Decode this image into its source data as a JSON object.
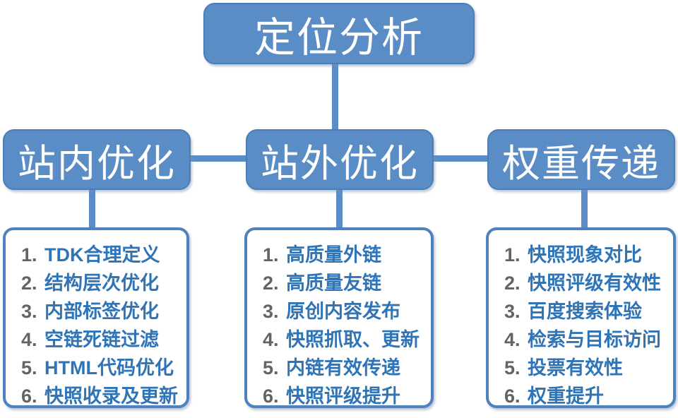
{
  "diagram": {
    "root_label": "定位分析",
    "columns": [
      {
        "header": "站内优化",
        "items": [
          {
            "num": "1.",
            "text": "TDK合理定义"
          },
          {
            "num": "2.",
            "text": "结构层次优化"
          },
          {
            "num": "3.",
            "text": "内部标签优化"
          },
          {
            "num": "4.",
            "text": "空链死链过滤"
          },
          {
            "num": "5.",
            "text": "HTML代码优化"
          },
          {
            "num": "6.",
            "text": "快照收录及更新"
          }
        ]
      },
      {
        "header": "站外优化",
        "items": [
          {
            "num": "1.",
            "text": "高质量外链"
          },
          {
            "num": "2.",
            "text": "高质量友链"
          },
          {
            "num": "3.",
            "text": "原创内容发布"
          },
          {
            "num": "4.",
            "text": "快照抓取、更新"
          },
          {
            "num": "5.",
            "text": "内链有效传递"
          },
          {
            "num": "6.",
            "text": "快照评级提升"
          }
        ]
      },
      {
        "header": "权重传递",
        "items": [
          {
            "num": "1.",
            "text": "快照现象对比"
          },
          {
            "num": "2.",
            "text": "快照评级有效性"
          },
          {
            "num": "3.",
            "text": "百度搜索体验"
          },
          {
            "num": "4.",
            "text": "检索与目标访问"
          },
          {
            "num": "5.",
            "text": "投票有效性"
          },
          {
            "num": "6.",
            "text": "权重提升"
          }
        ]
      }
    ]
  },
  "colors": {
    "node_fill": "#5A8CC6",
    "node_edge": "#4B7EB6",
    "node_text": "#FFFFFF",
    "connector": "#5A8CC6",
    "list_border": "#4E82BE",
    "item_text": "#2E74B6",
    "item_num": "#646464"
  }
}
